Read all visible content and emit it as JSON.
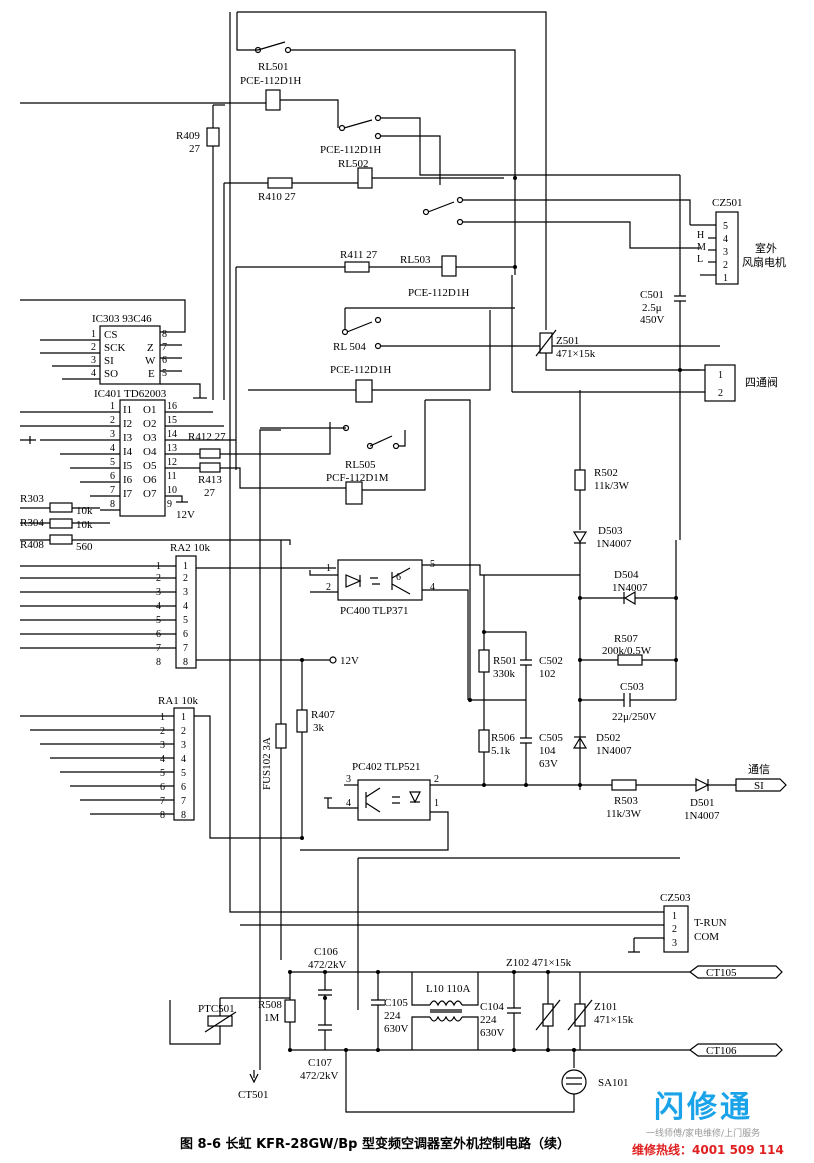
{
  "components": {
    "rl501": "RL501",
    "pce_112d1h_a": "PCE-112D1H",
    "pce_112d1h_b": "PCE-112D1H",
    "rl502": "RL502",
    "r409": "R409",
    "r409_val": "27",
    "r410": "R410 27",
    "r411": "R411 27",
    "rl503": "RL503",
    "pce_112d1h_c": "PCE-112D1H",
    "rl504": "RL 504",
    "pce_112d1h_d": "PCE-112D1H",
    "z501": "Z501",
    "z501_val": "471×15k",
    "cz501": "CZ501",
    "cz501_pins": [
      "5",
      "4",
      "3",
      "2",
      "1"
    ],
    "hml": [
      "H",
      "M",
      "L"
    ],
    "fan_motor_1": "室外",
    "fan_motor_2": "风扇电机",
    "c501": "C501",
    "c501_v1": "2.5μ",
    "c501_v2": "450V",
    "four_way_valve": "四通阀",
    "valve_pins": [
      "1",
      "2"
    ],
    "ic303": "IC303 93C46",
    "ic303_left": [
      "CS",
      "SCK",
      "SI",
      "SO"
    ],
    "ic303_left_pins": [
      "1",
      "2",
      "3",
      "4"
    ],
    "ic303_right": [
      "Z",
      "W",
      "E"
    ],
    "ic303_right_pins": [
      "8",
      "7",
      "6",
      "5"
    ],
    "ic401": "IC401 TD62003",
    "ic401_inputs": [
      "I1",
      "I2",
      "I3",
      "I4",
      "I5",
      "I6",
      "I7"
    ],
    "ic401_outputs": [
      "O1",
      "O2",
      "O3",
      "O4",
      "O5",
      "O6",
      "O7"
    ],
    "ic401_left_pins": [
      "1",
      "2",
      "3",
      "4",
      "5",
      "6",
      "7",
      "8"
    ],
    "ic401_right_pins": [
      "16",
      "15",
      "14",
      "13",
      "12",
      "11",
      "10",
      "9"
    ],
    "r412": "R412 27",
    "r413": "R413",
    "r413_val": "27",
    "rl505": "RL505",
    "pcf_112d1m": "PCF-112D1M",
    "v12_a": "12V",
    "r303": "R303",
    "r303_val": "10k",
    "r304": "R304",
    "r304_val": "10k",
    "r408": "R408",
    "r408_val": "560",
    "r502": "R502",
    "r502_val": "11k/3W",
    "d503": "D503",
    "d503_val": "1N4007",
    "ra2": "RA2 10k",
    "ra2_pins": [
      "1",
      "2",
      "3",
      "4",
      "5",
      "6",
      "7",
      "8"
    ],
    "pc400": "PC400 TLP371",
    "pc400_pins": [
      "1",
      "2",
      "6",
      "5",
      "4"
    ],
    "d504": "D504",
    "d504_val": "1N4007",
    "r501": "R501",
    "r501_val": "330k",
    "c502": "C502",
    "c502_val": "102",
    "r507": "R507",
    "r507_val": "200k/0.5W",
    "v12_b": "12V",
    "ra1": "RA1 10k",
    "ra1_pins": [
      "1",
      "2",
      "3",
      "4",
      "5",
      "6",
      "7",
      "8"
    ],
    "fus102": "FUS102 3A",
    "r407": "R407",
    "r407_val": "3k",
    "c503": "C503",
    "c503_val": "22μ/250V",
    "r506": "R506",
    "r506_val": "5.1k",
    "c505": "C505",
    "c505_v1": "104",
    "c505_v2": "63V",
    "d502": "D502",
    "d502_val": "1N4007",
    "pc402": "PC402 TLP521",
    "pc402_pins": [
      "3",
      "4",
      "2",
      "1"
    ],
    "comm": "通信",
    "si": "SI",
    "r503": "R503",
    "r503_val": "11k/3W",
    "d501": "D501",
    "d501_val": "1N4007",
    "cz503": "CZ503",
    "cz503_pins": [
      "1",
      "2",
      "3"
    ],
    "trun": "T-RUN",
    "com": "COM",
    "c106": "C106",
    "c106_val": "472/2kV",
    "z102": "Z102 471×15k",
    "ct105": "CT105",
    "l10": "L10 110A",
    "c105": "C105",
    "c105_v1": "224",
    "c105_v2": "630V",
    "c104": "C104",
    "c104_v1": "224",
    "c104_v2": "630V",
    "z101": "Z101",
    "z101_val": "471×15k",
    "ptc501": "PTC501",
    "r508": "R508",
    "r508_val": "1M",
    "ct106": "CT106",
    "c107": "C107",
    "c107_val": "472/2kV",
    "sa101": "SA101",
    "ct501": "CT501"
  },
  "caption": "图 8-6   长虹 KFR-28GW/Bp 型变频空调器室外机控制电路（续）",
  "watermark": {
    "brand": "闪修通",
    "slogan": "一线师傅/家电维修/上门服务",
    "hotline": "维修热线：4001 509 114"
  }
}
